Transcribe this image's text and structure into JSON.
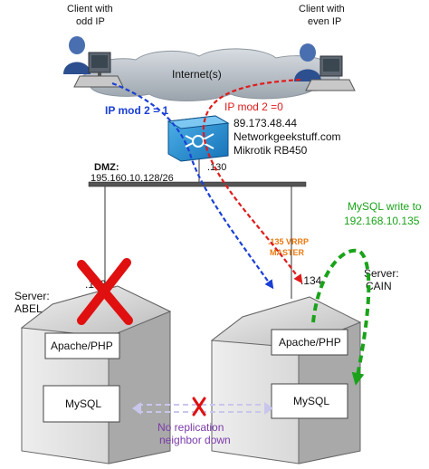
{
  "clients": {
    "odd_label_line1": "Client with",
    "odd_label_line2": "odd IP",
    "even_label_line1": "Client with",
    "even_label_line2": "even IP"
  },
  "internet": {
    "label": "Internet(s)"
  },
  "rules": {
    "odd": "IP mod 2 = 1",
    "even": "IP mod 2 =0"
  },
  "router": {
    "ip": "89.173.48.44",
    "domain": "Networkgeekstuff.com",
    "model": "Mikrotik RB450",
    "dmz_ip": ".130"
  },
  "dmz": {
    "title": "DMZ:",
    "subnet": "195.160.10.128/26"
  },
  "servers": {
    "abel": {
      "label_line1": "Server:",
      "label_line2": "ABEL",
      "ip": ".133",
      "apache": "Apache/PHP",
      "mysql": "MySQL"
    },
    "cain": {
      "label_line1": "Server:",
      "label_line2": "CAIN",
      "ip": ".134",
      "vrrp_line1": ".135 VRRP",
      "vrrp_line2": "MASTER",
      "apache": "Apache/PHP",
      "mysql": "MySQL"
    }
  },
  "mysql_write": {
    "line1": "MySQL write to",
    "line2": "192.168.10.135"
  },
  "replication": {
    "line1": "No replication",
    "line2": "neighbor down"
  },
  "colors": {
    "odd_path": "#1a3fd6",
    "even_path": "#e01b1b",
    "mysql_write": "#1aa31a",
    "vrrp": "#e87a10",
    "replication_text": "#7a3aa8",
    "failure_cross": "#e01010",
    "router": "#1a8fd8"
  }
}
